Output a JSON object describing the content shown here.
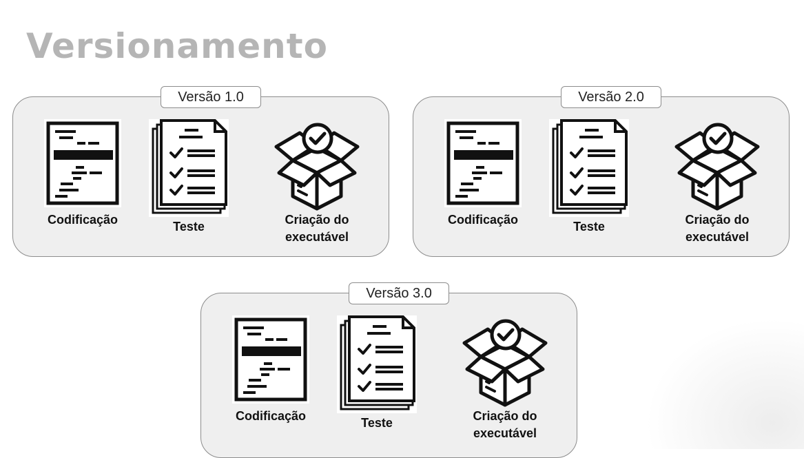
{
  "title": "Versionamento",
  "groups": [
    {
      "version_label": "Versão 1.0",
      "steps": [
        {
          "icon": "code-document-icon",
          "label": "Codificação"
        },
        {
          "icon": "checklist-icon",
          "label": "Teste"
        },
        {
          "icon": "open-box-check-icon",
          "label_line1": "Criação do",
          "label_line2": "executável"
        }
      ]
    },
    {
      "version_label": "Versão 2.0",
      "steps": [
        {
          "icon": "code-document-icon",
          "label": "Codificação"
        },
        {
          "icon": "checklist-icon",
          "label": "Teste"
        },
        {
          "icon": "open-box-check-icon",
          "label_line1": "Criação do",
          "label_line2": "executável"
        }
      ]
    },
    {
      "version_label": "Versão 3.0",
      "steps": [
        {
          "icon": "code-document-icon",
          "label": "Codificação"
        },
        {
          "icon": "checklist-icon",
          "label": "Teste"
        },
        {
          "icon": "open-box-check-icon",
          "label_line1": "Criação do",
          "label_line2": "executável"
        }
      ]
    }
  ],
  "colors": {
    "title": "#b5b5b5",
    "group_fill": "#efefef",
    "group_border": "#8c8c8c",
    "icon": "#111111"
  }
}
